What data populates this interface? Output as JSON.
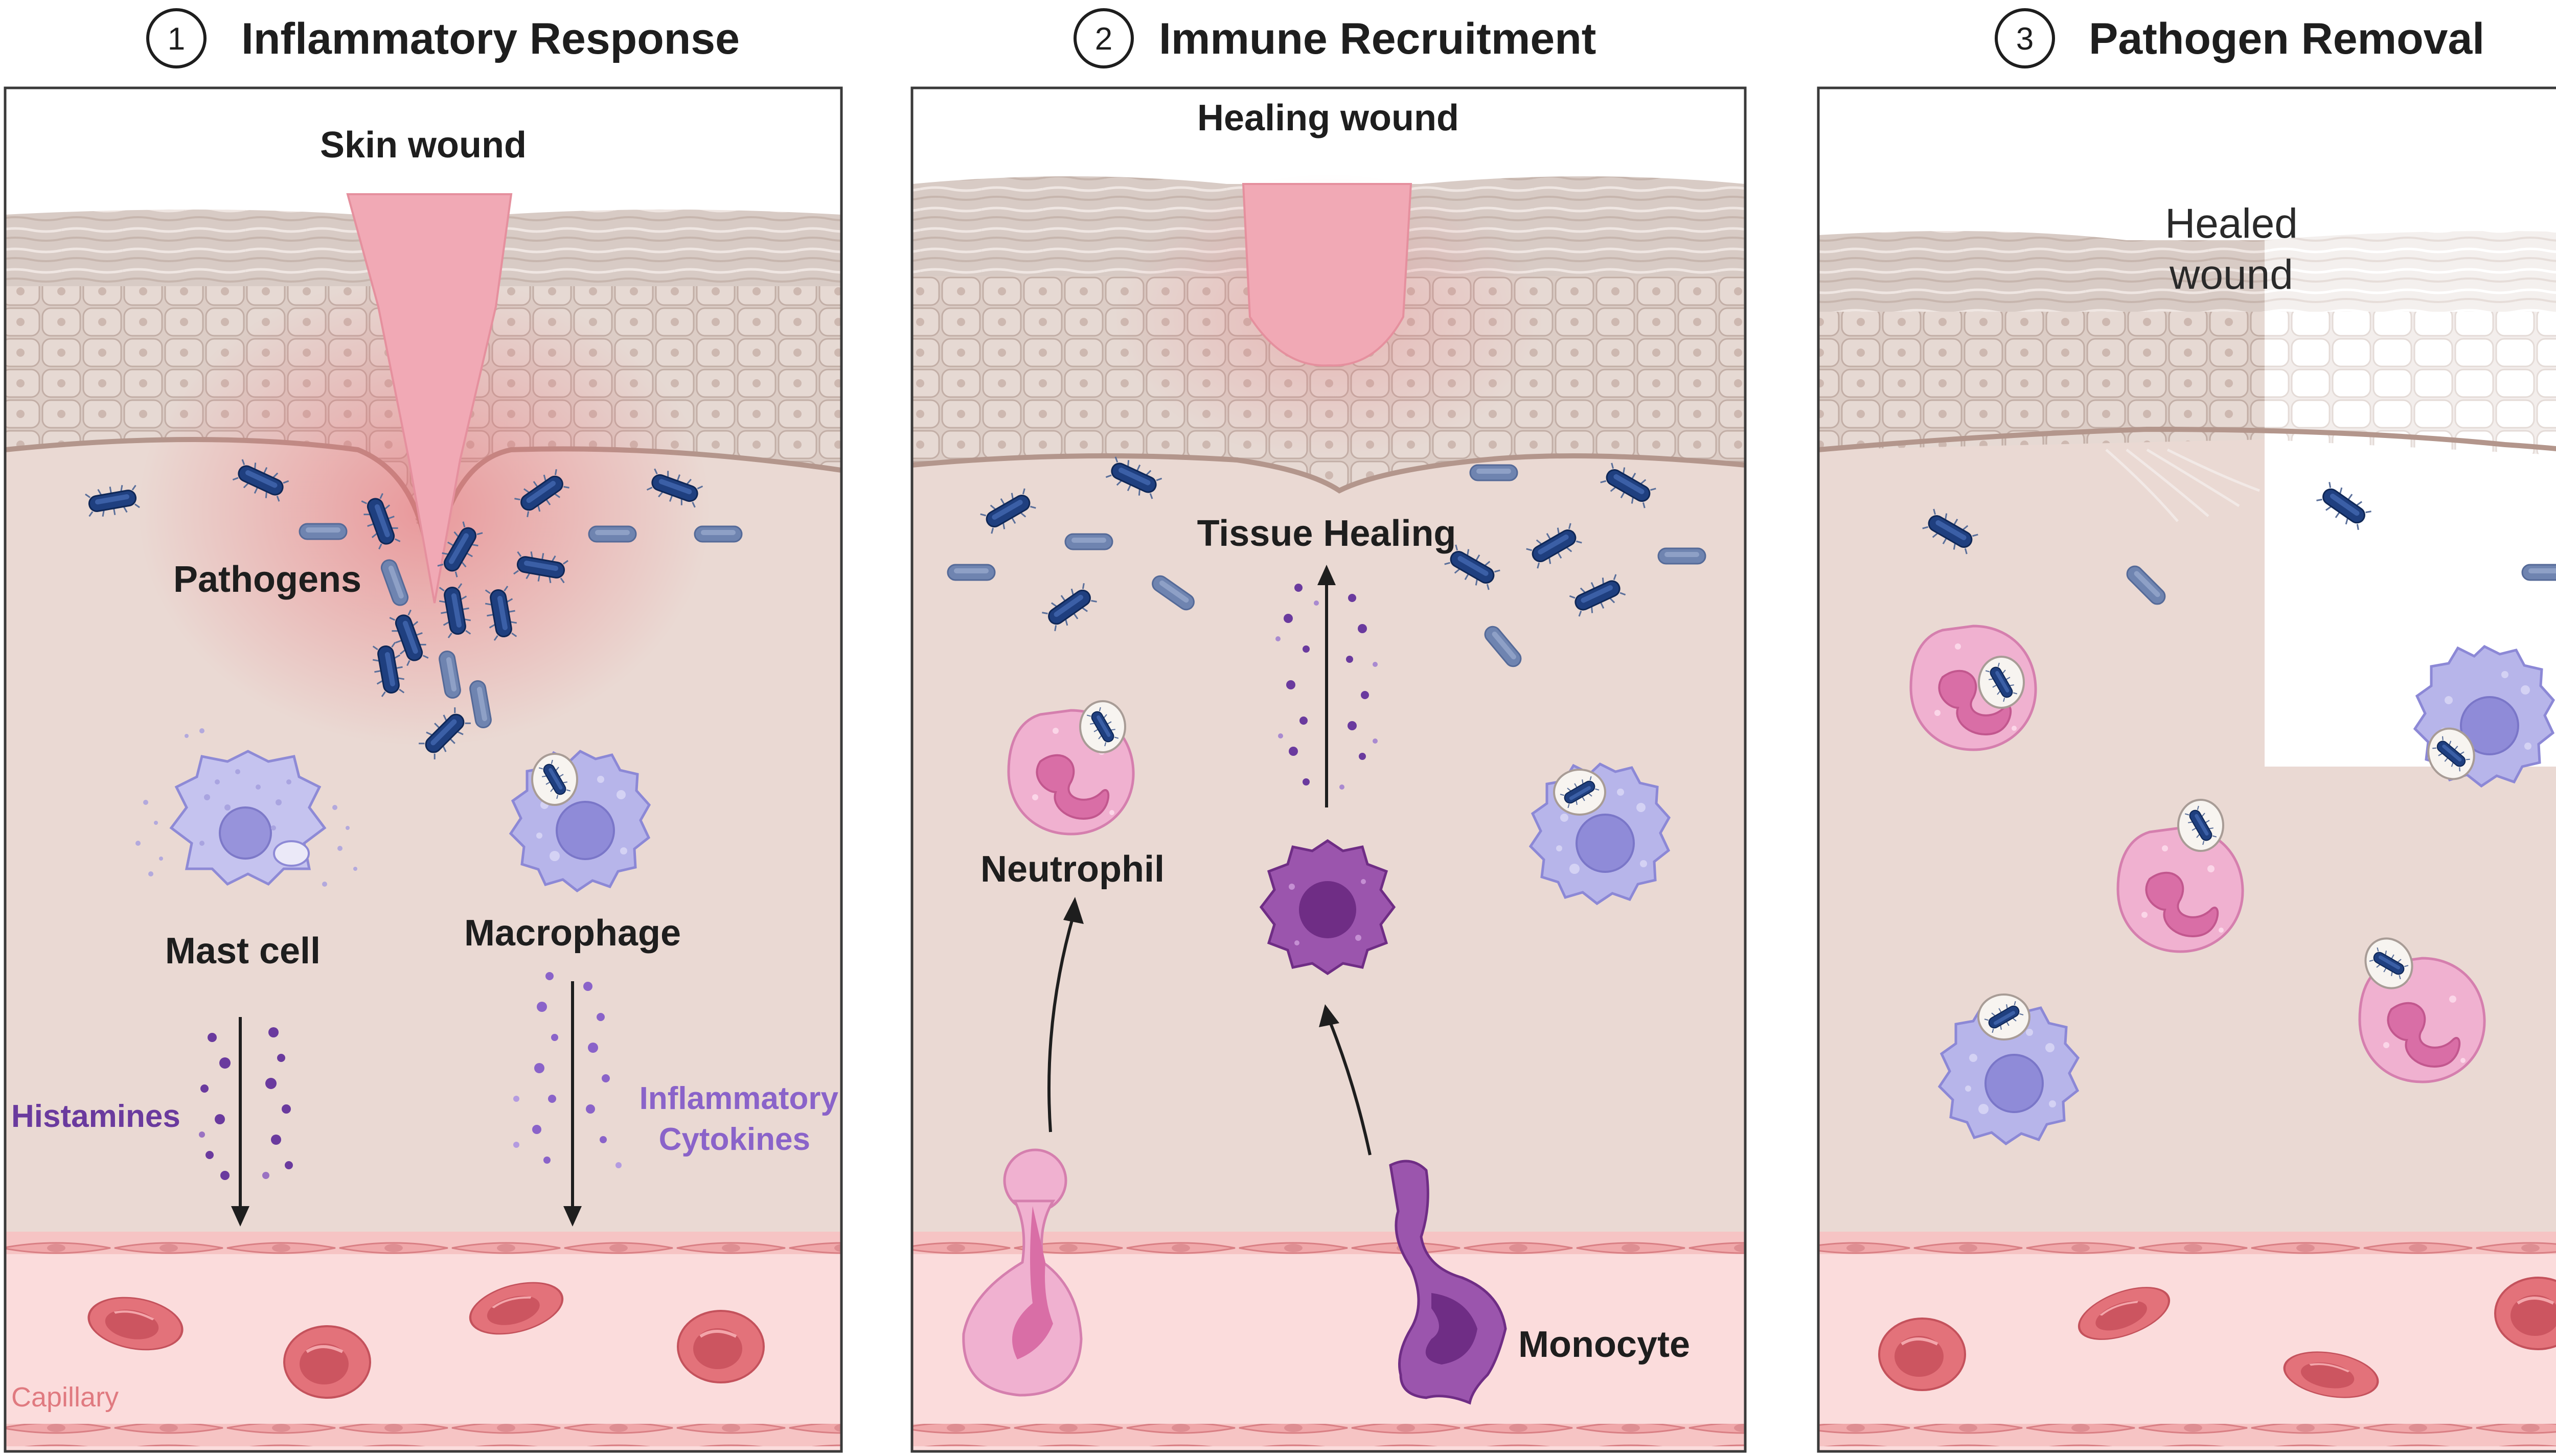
{
  "panels": [
    {
      "number": "1",
      "title": "Inflammatory Response"
    },
    {
      "number": "2",
      "title": "Immune Recruitment"
    },
    {
      "number": "3",
      "title": "Pathogen Removal"
    }
  ],
  "panel1": {
    "wound_label": "Skin wound",
    "pathogens_label": "Pathogens",
    "mast_cell_label": "Mast cell",
    "macrophage_label": "Macrophage",
    "histamines_label": "Histamines",
    "cytokines_label_line1": "Inflammatory",
    "cytokines_label_line2": "Cytokines",
    "capillary_label": "Capillary"
  },
  "panel2": {
    "wound_label": "Healing wound",
    "tissue_healing_label": "Tissue Healing",
    "neutrophil_label": "Neutrophil",
    "monocyte_label": "Monocyte"
  },
  "panel3": {
    "wound_label_line1": "Healed",
    "wound_label_line2": "wound"
  },
  "colors": {
    "dermis": "#ead9d3",
    "epidermis": "#dccdc6",
    "wound": "#f1a9b5",
    "capillary": "#fbdcdc",
    "rbc": "#e3727a",
    "bacteria": "#1f3f7f",
    "macrophage": "#b7b5ea",
    "neutrophil": "#f0b1d0",
    "monocyte": "#9b55ad",
    "histamine": "#6a3a9e",
    "cytokine": "#8a63c9"
  }
}
